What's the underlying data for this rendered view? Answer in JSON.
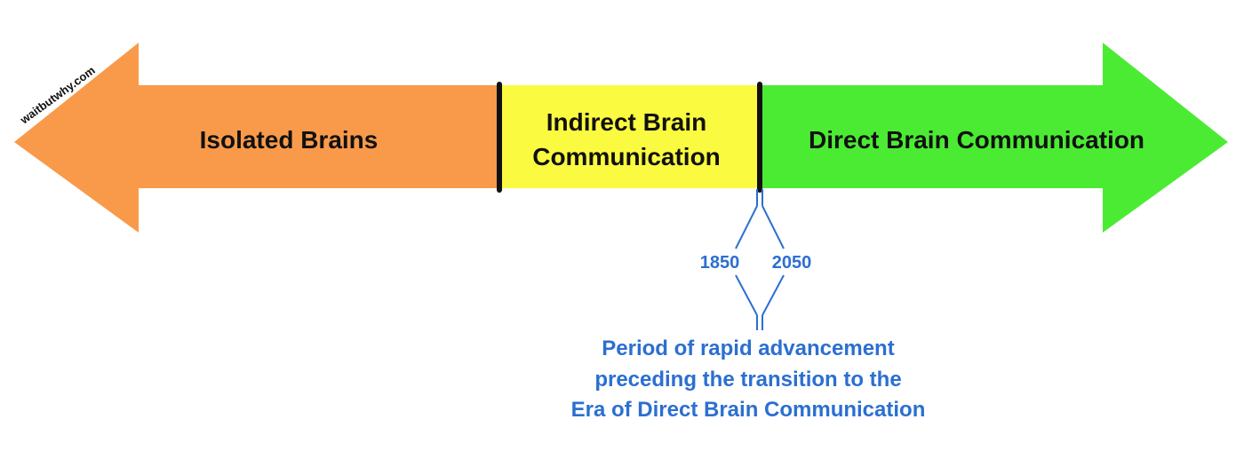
{
  "watermark": "waitbutwhy.com",
  "segments": {
    "isolated": {
      "label": "Isolated Brains",
      "color": "#f99a4a"
    },
    "indirect": {
      "label_line1": "Indirect Brain",
      "label_line2": "Communication",
      "color": "#fafa41"
    },
    "direct": {
      "label": "Direct Brain Communication",
      "color": "#4ceb33"
    }
  },
  "divider_color": "#111111",
  "annotation": {
    "color": "#2b6fd1",
    "start_year": "1850",
    "end_year": "2050",
    "caption_line1": "Period of rapid advancement",
    "caption_line2": "preceding the transition to the",
    "caption_line3": "Era of Direct Brain Communication"
  }
}
